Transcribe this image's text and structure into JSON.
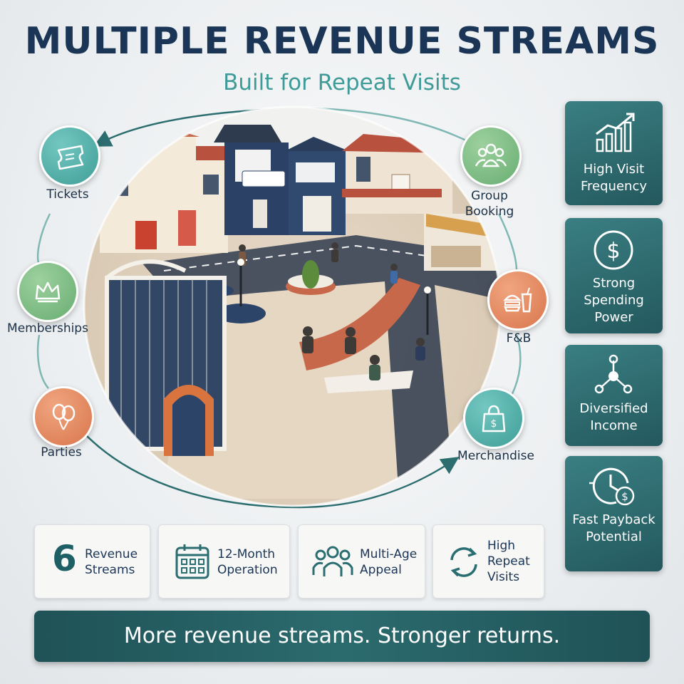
{
  "header": {
    "title": "MULTIPLE REVENUE STREAMS",
    "subtitle": "Built for Repeat Visits"
  },
  "streams": [
    {
      "label": "Tickets",
      "icon": "ticket-icon",
      "color": "#3f9e97"
    },
    {
      "label": "Memberships",
      "icon": "crown-icon",
      "color": "#68ae72"
    },
    {
      "label": "Parties",
      "icon": "balloons-icon",
      "color": "#d9764d"
    },
    {
      "label": "Group Booking",
      "icon": "group-icon",
      "color": "#68ae72"
    },
    {
      "label": "F&B",
      "icon": "food-drink-icon",
      "color": "#d9764d"
    },
    {
      "label": "Merchandise",
      "icon": "shopping-bag-icon",
      "color": "#3f9e97"
    }
  ],
  "benefits": [
    {
      "label": "High Visit Frequency",
      "icon": "growth-chart-icon"
    },
    {
      "label": "Strong Spending Power",
      "icon": "dollar-icon"
    },
    {
      "label": "Diversified Income",
      "icon": "network-icon"
    },
    {
      "label": "Fast Payback Potential",
      "icon": "clock-dollar-icon"
    }
  ],
  "stats": [
    {
      "value": "6",
      "label": "Revenue Streams"
    },
    {
      "label": "12-Month Operation",
      "icon": "calendar-icon"
    },
    {
      "label": "Multi-Age Appeal",
      "icon": "people-icon"
    },
    {
      "label": "High Repeat Visits",
      "icon": "repeat-icon"
    }
  ],
  "banner": "More revenue streams. Stronger returns.",
  "colors": {
    "navy": "#1b3556",
    "teal": "#3f9b98",
    "card": "#23585e"
  }
}
